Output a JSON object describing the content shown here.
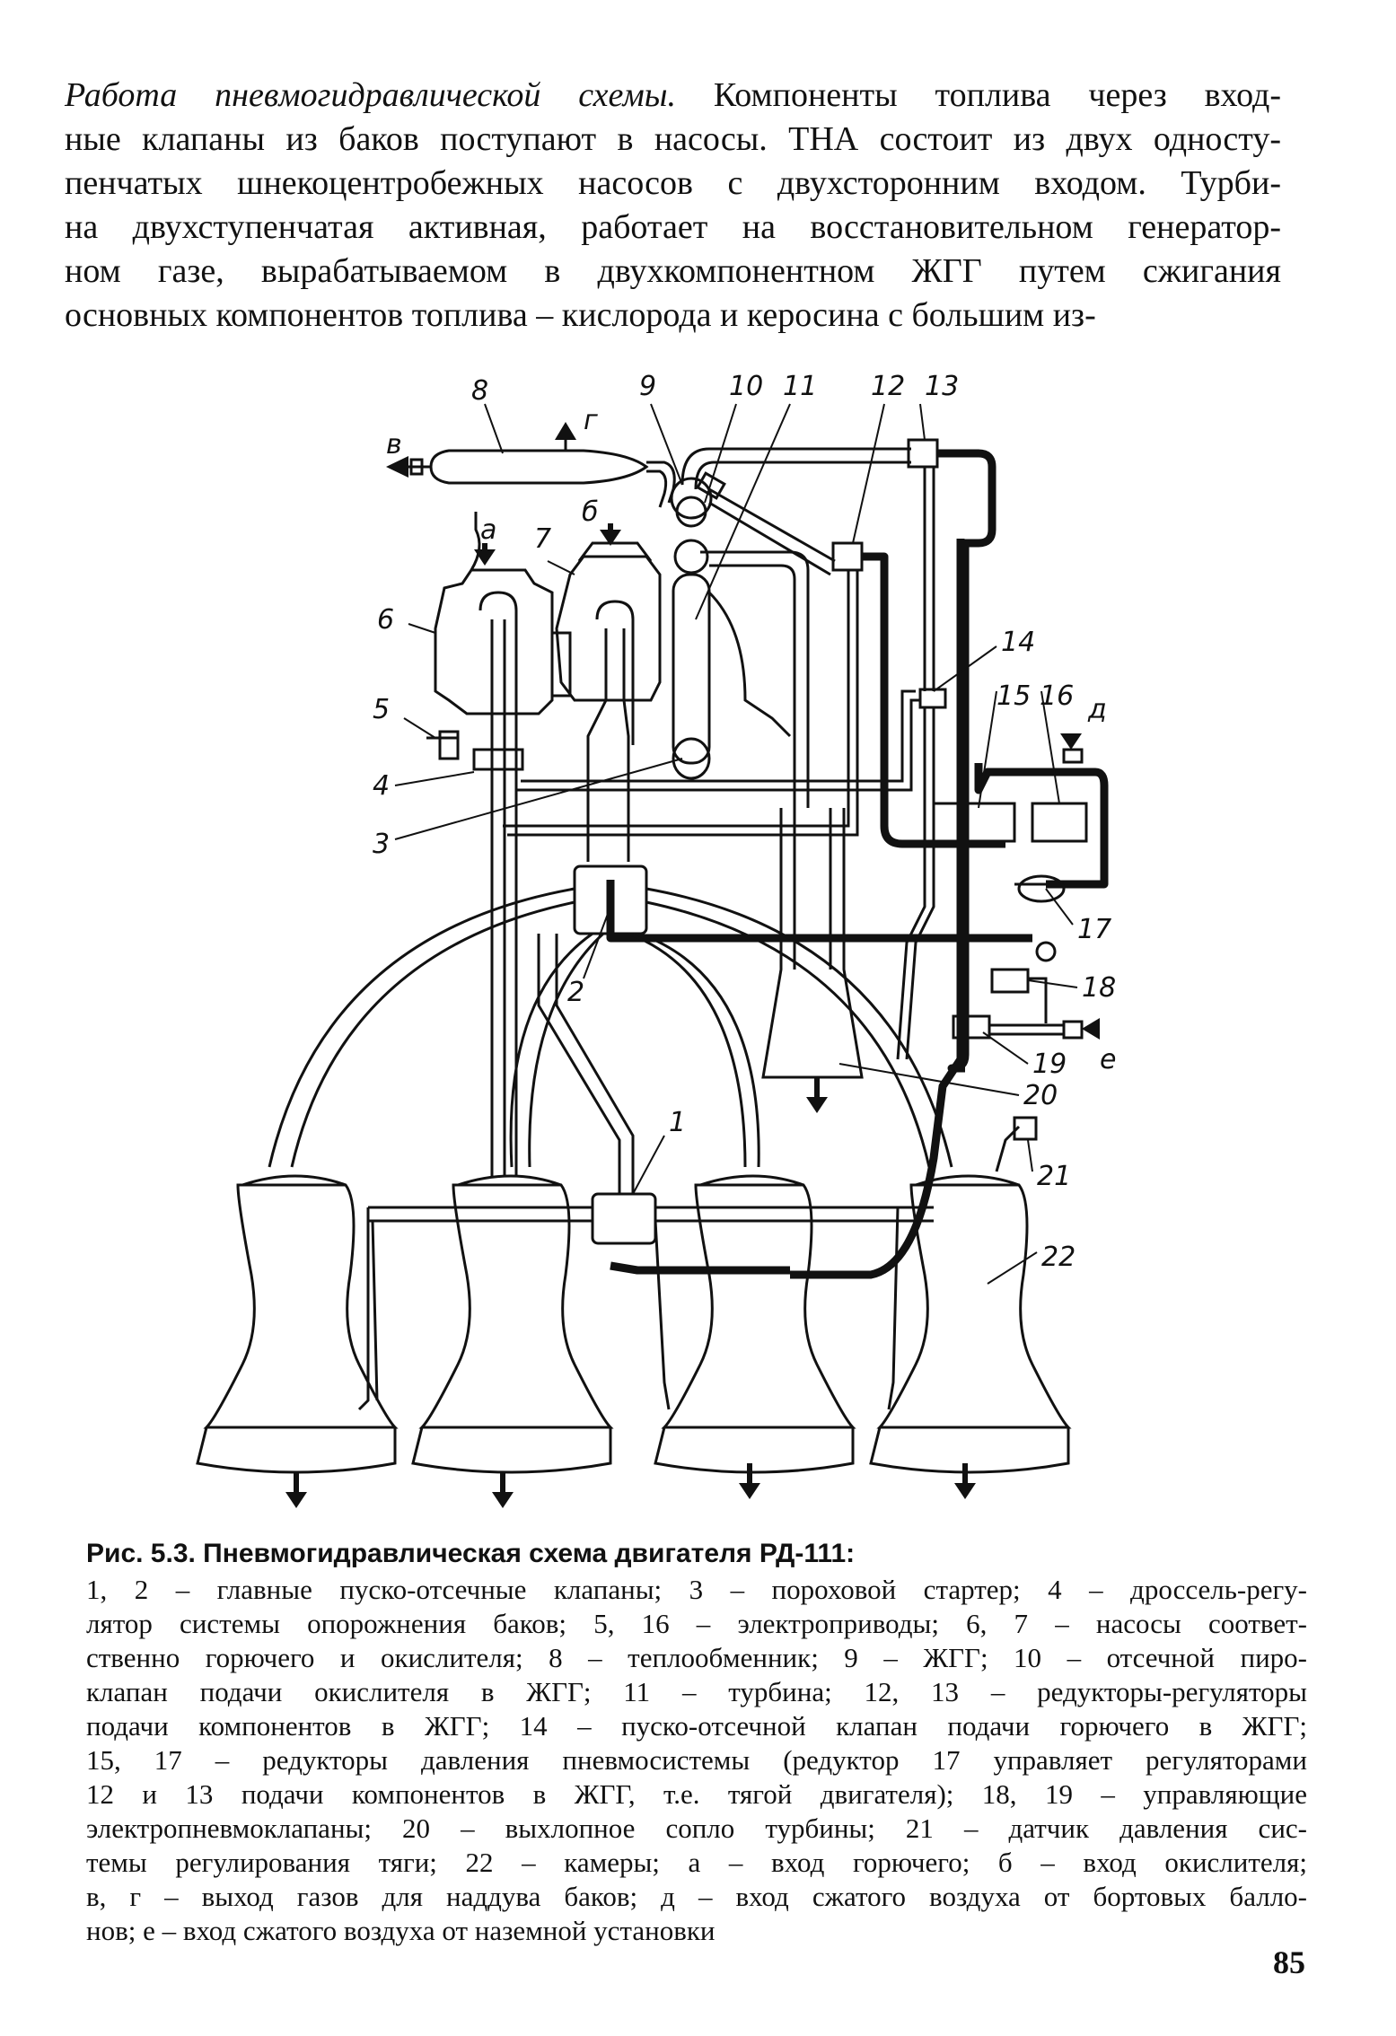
{
  "body": {
    "lead": "Работа пневмогидравлической схемы.",
    "lines": [
      " Компоненты топлива через вход-",
      "ные клапаны из баков поступают в насосы. ТНА состоит из двух односту-",
      "пенчатых шнекоцентробежных насосов с двухсторонним входом. Турби-",
      "на двухступенчатая активная, работает на восстановительном генератор-",
      "ном газе, вырабатываемом в двухкомпонентном ЖГГ путем сжигания",
      "основных компонентов топлива – кислорода и керосина с большим из-"
    ]
  },
  "diagram": {
    "numbers": [
      "1",
      "2",
      "3",
      "4",
      "5",
      "6",
      "7",
      "8",
      "9",
      "10",
      "11",
      "12",
      "13",
      "14",
      "15",
      "16",
      "17",
      "18",
      "19",
      "20",
      "21",
      "22"
    ],
    "letters": {
      "a": "а",
      "b": "б",
      "v": "в",
      "g": "г",
      "d": "д",
      "e": "е"
    }
  },
  "caption": {
    "title": "Рис. 5.3. Пневмогидравлическая схема двигателя РД-111:",
    "lines": [
      "1, 2 – главные пуско-отсечные клапаны; 3 – пороховой стартер; 4 – дроссель-регу-",
      "лятор системы опорожнения баков; 5, 16 – электроприводы; 6, 7 – насосы соответ-",
      "ственно горючего и окислителя; 8 – теплообменник; 9 – ЖГГ; 10 – отсечной пиро-",
      "клапан подачи окислителя в ЖГГ; 11 – турбина; 12, 13 – редукторы-регуляторы",
      "подачи компонентов в ЖГГ; 14 – пуско-отсечной клапан подачи горючего в ЖГГ;",
      "15, 17 – редукторы давления пневмосистемы (редуктор 17 управляет регуляторами",
      "12 и 13 подачи компонентов в ЖГГ, т.е. тягой двигателя); 18, 19 – управляющие",
      "электропневмоклапаны; 20 – выхлопное сопло турбины; 21 – датчик давления сис-",
      "темы регулирования тяги; 22 – камеры; а – вход горючего; б – вход окислителя;",
      "в, г – выход газов для наддува баков; д – вход сжатого воздуха от бортовых балло-",
      "нов; е – вход сжатого воздуха от наземной установки"
    ]
  },
  "page_number": "85"
}
